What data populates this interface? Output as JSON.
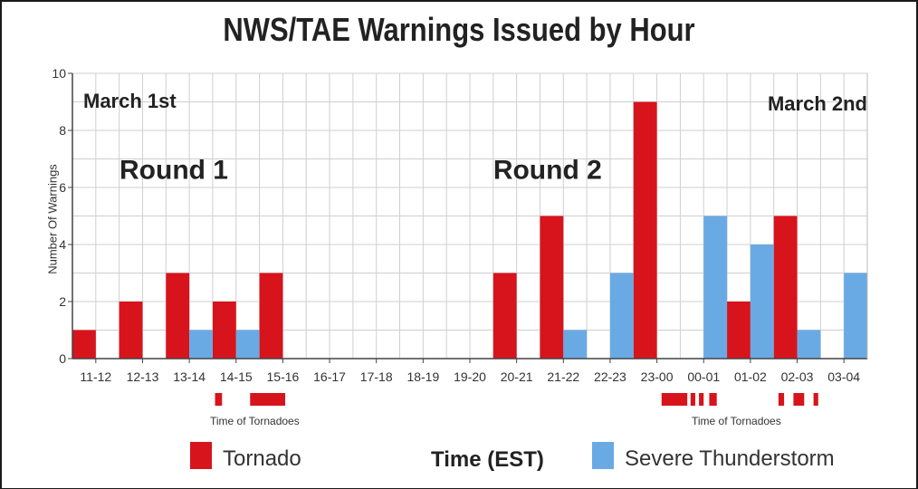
{
  "chart_data": {
    "type": "bar",
    "title": "NWS/TAE Warnings Issued by Hour",
    "ylabel": "Number Of Warnings",
    "xlabel": "Time (EST)",
    "ylim": [
      0,
      10
    ],
    "yticks": [
      "0",
      "2",
      "4",
      "6",
      "8",
      "10"
    ],
    "grid": true,
    "categories": [
      "11-12",
      "12-13",
      "13-14",
      "14-15",
      "15-16",
      "16-17",
      "17-18",
      "18-19",
      "19-20",
      "20-21",
      "21-22",
      "22-23",
      "23-00",
      "00-01",
      "01-02",
      "02-03",
      "03-04"
    ],
    "series": [
      {
        "name": "Tornado",
        "color": "#d7141c",
        "values": [
          1,
          2,
          3,
          2,
          3,
          0,
          0,
          0,
          0,
          3,
          5,
          0,
          9,
          0,
          2,
          5,
          0
        ]
      },
      {
        "name": "Severe Thunderstorm",
        "color": "#6aaae4",
        "values": [
          0,
          0,
          1,
          1,
          0,
          0,
          0,
          0,
          0,
          0,
          1,
          3,
          0,
          5,
          4,
          1,
          3
        ]
      }
    ],
    "annotations": [
      {
        "text": "March 1st",
        "category": "11-12",
        "y": 8.8
      },
      {
        "text": "March 2nd",
        "category": "02-03",
        "y": 8.7
      },
      {
        "text": "Round 1",
        "category": "12-13",
        "y": 6.3
      },
      {
        "text": "Round 2",
        "category": "20-21",
        "y": 6.3
      }
    ],
    "tornado_times": [
      {
        "start": 14.05,
        "end": 14.2
      },
      {
        "start": 14.8,
        "end": 15.55
      },
      {
        "start": 23.6,
        "end": 24.15
      },
      {
        "start": 24.22,
        "end": 24.32
      },
      {
        "start": 24.4,
        "end": 24.5
      },
      {
        "start": 24.62,
        "end": 24.78
      },
      {
        "start": 26.1,
        "end": 26.22
      },
      {
        "start": 26.42,
        "end": 26.65
      },
      {
        "start": 26.85,
        "end": 26.95
      }
    ],
    "tornado_times_caption": "Time of Tornadoes",
    "legend_placement": "bottom"
  }
}
